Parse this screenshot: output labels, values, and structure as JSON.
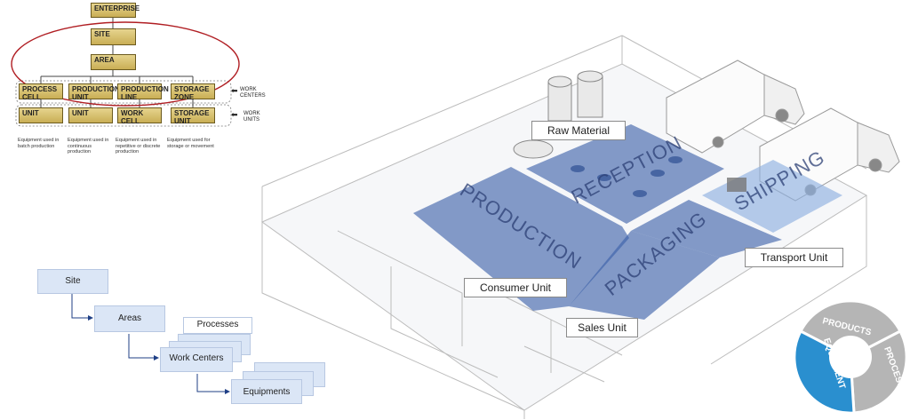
{
  "hierarchy": {
    "enterprise": "ENTERPRISE",
    "site": "SITE",
    "area": "AREA",
    "work_centers": [
      "PROCESS CELL",
      "PRODUCTION UNIT",
      "PRODUCTION LINE",
      "STORAGE ZONE"
    ],
    "work_units": [
      "UNIT",
      "UNIT",
      "WORK CELL",
      "STORAGE UNIT"
    ],
    "work_centers_label": "WORK CENTERS",
    "work_units_label": "WORK UNITS",
    "descriptions": [
      "Equipment used in batch production",
      "Equipment used in continuous production",
      "Equipment used in repetitive or discrete production",
      "Equipment used for storage or movement"
    ]
  },
  "flow": {
    "site": "Site",
    "areas": "Areas",
    "processes": "Processes",
    "work_centers": "Work Centers",
    "equipments": "Equipments"
  },
  "plant": {
    "zones": [
      "RECEPTION",
      "PRODUCTION",
      "PACKAGING",
      "SHIPPING"
    ],
    "callouts": {
      "raw_material": "Raw Material",
      "consumer_unit": "Consumer Unit",
      "sales_unit": "Sales Unit",
      "transport_unit": "Transport Unit"
    },
    "zone_color": "#3a5fa8"
  },
  "wheel": {
    "segments": [
      "PRODUCTS",
      "PROCESSES",
      "EQUIPMENT"
    ],
    "active": "EQUIPMENT",
    "active_color": "#2a8fcf",
    "inactive_color": "#b5b5b5"
  }
}
